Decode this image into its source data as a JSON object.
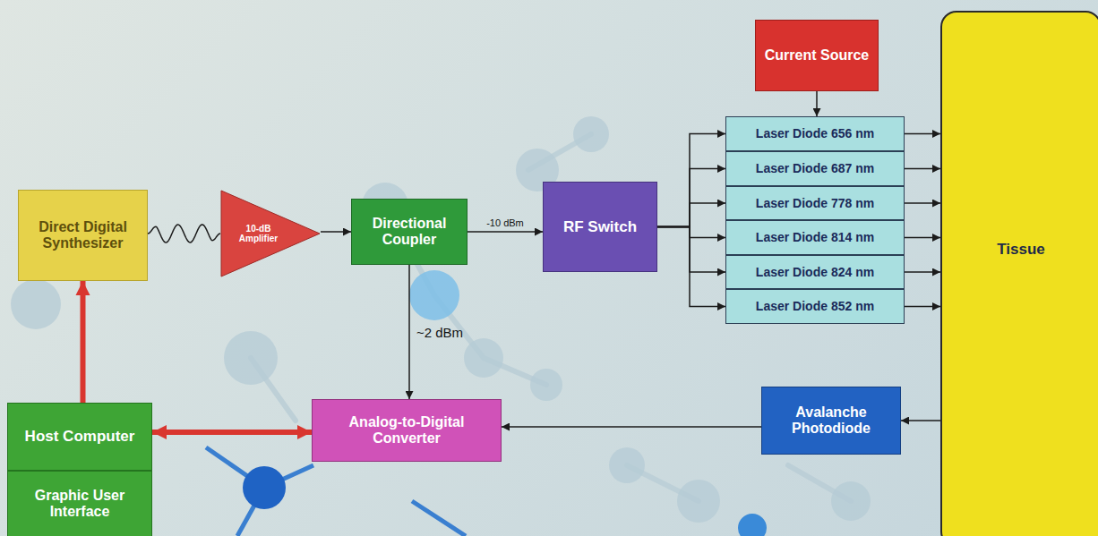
{
  "diagram": {
    "nodes": [
      {
        "text": [
          "Direct Digital Synthesizer"
        ]
      },
      {
        "text": [
          "10-dB Amplifier"
        ]
      },
      {
        "text": [
          "Directional Coupler"
        ]
      },
      {
        "text": [
          "RF Switch"
        ]
      },
      {
        "text": [
          "Current Source"
        ]
      },
      {
        "text": [
          "Laser Diode 656 nm"
        ]
      },
      {
        "text": [
          "Laser Diode 687 nm"
        ]
      },
      {
        "text": [
          "Laser Diode 778 nm"
        ]
      },
      {
        "text": [
          "Laser Diode 814 nm"
        ]
      },
      {
        "text": [
          "Laser Diode 824 nm"
        ]
      },
      {
        "text": [
          "Laser Diode 852 nm"
        ]
      },
      {
        "text": [
          "Tissue"
        ]
      },
      {
        "text": [
          "Host Computer"
        ]
      },
      {
        "text": [
          "Graphic User Interface"
        ]
      },
      {
        "text": [
          "Analog-to-Digital Converter"
        ]
      },
      {
        "text": [
          "Avalanche Photodiode"
        ]
      }
    ],
    "edges": [
      {
        "from": 0,
        "to": 1,
        "arrow": "none"
      },
      {
        "from": 1,
        "to": 2,
        "arrow": "to"
      },
      {
        "from": 2,
        "to": 3,
        "label": "-10 dBm",
        "arrow": "to"
      },
      {
        "from": 2,
        "to": 14,
        "label": "~2 dBm",
        "arrow": "to"
      },
      {
        "from": 4,
        "to": 5,
        "arrow": "to"
      },
      {
        "from": 3,
        "to": 5,
        "arrow": "to"
      },
      {
        "from": 3,
        "to": 6,
        "arrow": "to"
      },
      {
        "from": 3,
        "to": 7,
        "arrow": "to"
      },
      {
        "from": 3,
        "to": 8,
        "arrow": "to"
      },
      {
        "from": 3,
        "to": 9,
        "arrow": "to"
      },
      {
        "from": 3,
        "to": 10,
        "arrow": "to"
      },
      {
        "from": 5,
        "to": 11,
        "arrow": "to"
      },
      {
        "from": 6,
        "to": 11,
        "arrow": "to"
      },
      {
        "from": 7,
        "to": 11,
        "arrow": "to"
      },
      {
        "from": 8,
        "to": 11,
        "arrow": "to"
      },
      {
        "from": 9,
        "to": 11,
        "arrow": "to"
      },
      {
        "from": 10,
        "to": 11,
        "arrow": "to"
      },
      {
        "from": 11,
        "to": 15,
        "arrow": "to"
      },
      {
        "from": 15,
        "to": 14,
        "arrow": "to"
      },
      {
        "from": 12,
        "to": 14,
        "arrow": "both"
      },
      {
        "from": 12,
        "to": 0,
        "arrow": "to"
      }
    ]
  }
}
